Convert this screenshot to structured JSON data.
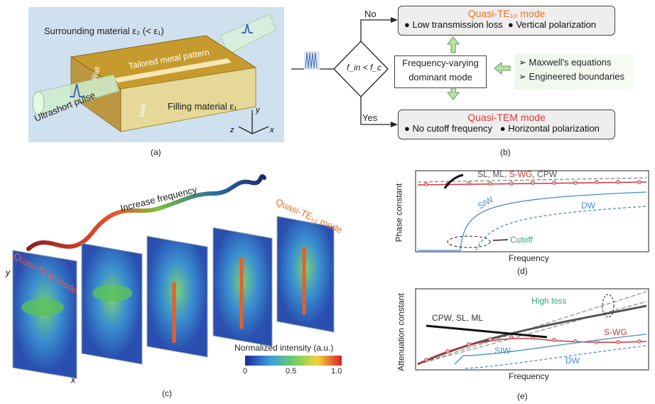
{
  "panel_a": {
    "label": "(a)",
    "surrounding": "Surrounding material ε₂ (< ε₁)",
    "metal": "Tailored metal pattern",
    "wall": "Wall",
    "filling": "Filling material ε₁",
    "pulse": "Ultrashort pulse",
    "axes": {
      "z": "z",
      "y": "y",
      "x": "x"
    }
  },
  "panel_b": {
    "label": "(b)",
    "no": "No",
    "yes": "Yes",
    "condition": "f_in < f_c",
    "te_title": "Quasi-TE₁₀ mode",
    "te_bullet1": "Low transmission loss",
    "te_bullet2": "Vertical polarization",
    "center_line1": "Frequency-varying",
    "center_line2": "dominant mode",
    "maxwell": "Maxwell's equations",
    "boundaries": "Engineered boundaries",
    "tem_title": "Quasi-TEM mode",
    "tem_bullet1": "No cutoff frequency",
    "tem_bullet2": "Horizontal polarization",
    "colors": {
      "accent": "#e8732a",
      "tem": "#e03a3a",
      "arrow_fill": "#b9e3a6"
    }
  },
  "panel_c": {
    "label": "(c)",
    "increase": "Increase frequency",
    "te_mode": "Quasi-TE₁₀ mode",
    "tem_mode": "Quasi-TEM mode",
    "colorbar_title": "Normalized intensity (a.u.)",
    "ticks": [
      "0",
      "0.5",
      "1.0"
    ],
    "axes": {
      "x": "x",
      "y": "y"
    }
  },
  "panel_d": {
    "label": "(d)",
    "ylabel": "Phase constant",
    "xlabel": "Frequency",
    "group": "SL, ML, ",
    "swg": "S-WG",
    "cpw": ", CPW",
    "siw": "SIW",
    "dw": "DW",
    "cutoff": "Cutoff"
  },
  "panel_e": {
    "label": "(e)",
    "ylabel": "Attenuation constant",
    "xlabel": "Frequency",
    "high_loss": "High loss",
    "group": "CPW, SL, ML",
    "swg": "S-WG",
    "siw": "SIW",
    "dw": "DW"
  }
}
